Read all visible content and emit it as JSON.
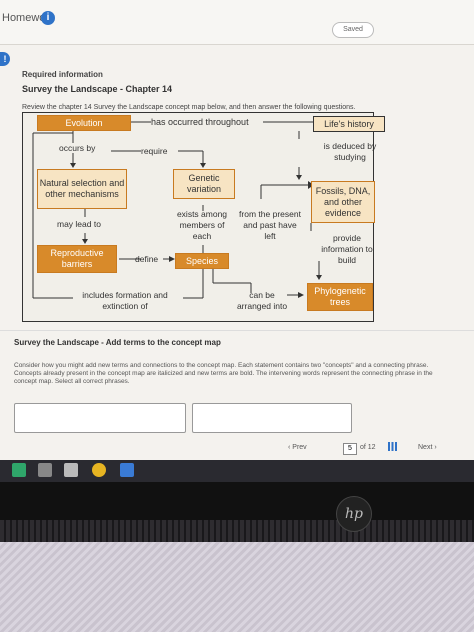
{
  "header": {
    "homework_label": "Homework",
    "saved_label": "Saved"
  },
  "alert_icon": "!",
  "info_icon": "i",
  "question": {
    "required_label": "Required information",
    "title": "Survey the Landscape - Chapter 14",
    "instructions": "Review the chapter 14 Survey the Landscape concept map below, and then answer the following questions."
  },
  "concept_map": {
    "nodes": {
      "evolution": "Evolution",
      "lifes_history": "Life's history",
      "natural_selection": "Natural selection and other mechanisms",
      "genetic_variation": "Genetic variation",
      "fossils": "Fossils, DNA, and other evidence",
      "reproductive_barriers": "Reproductive barriers",
      "species": "Species",
      "phylogenetic_trees": "Phylogenetic trees"
    },
    "labels": {
      "has_occurred": "has occurred throughout",
      "occurs_by": "occurs by",
      "require": "require",
      "is_deduced": "is deduced by studying",
      "may_lead_to": "may lead to",
      "exists_among": "exists among members of each",
      "from_the": "from the present and past have left",
      "provide": "provide information to build",
      "define": "define",
      "includes": "includes formation and extinction of",
      "can_be": "can be arranged into"
    }
  },
  "section2": {
    "title": "Survey the Landscape - Add terms to the concept map",
    "text": "Consider how you might add new terms and connections to the concept map. Each statement contains two \"concepts\" and a connecting phrase. Concepts already present in the concept map are italicized and new terms are bold. The intervening words represent the connecting phrase in the concept map. Select all correct phrases."
  },
  "pagination": {
    "prev": "Prev",
    "current": "5",
    "of": "of 12",
    "next": "Next"
  },
  "brand": "hp"
}
